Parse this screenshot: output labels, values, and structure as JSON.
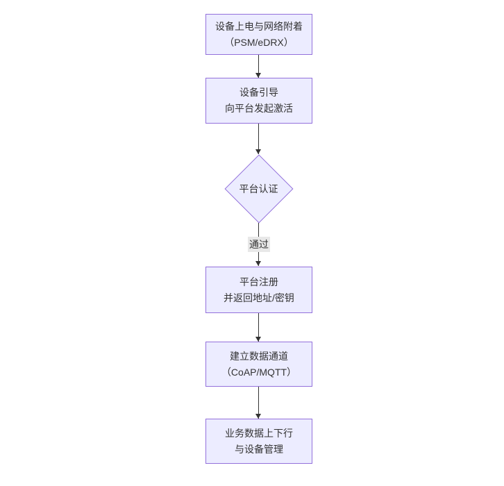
{
  "colors": {
    "background": "#ffffff",
    "node_fill": "#ececff",
    "node_border": "#9370db",
    "edge_line": "#333333",
    "arrowhead": "#333333",
    "edge_label_bg": "#e8e8e8",
    "text": "#333333"
  },
  "flowchart": {
    "direction": "top-to-bottom",
    "nodes": [
      {
        "id": "device-power-attach",
        "type": "rect",
        "lines": [
          "设备上电与网络附着",
          "（PSM/eDRX）"
        ]
      },
      {
        "id": "device-bootstrap",
        "type": "rect",
        "lines": [
          "设备引导",
          "向平台发起激活"
        ]
      },
      {
        "id": "platform-auth",
        "type": "diamond",
        "lines": [
          "平台认证"
        ]
      },
      {
        "id": "platform-register",
        "type": "rect",
        "lines": [
          "平台注册",
          "并返回地址/密钥"
        ]
      },
      {
        "id": "data-channel",
        "type": "rect",
        "lines": [
          "建立数据通道",
          "（CoAP/MQTT）"
        ]
      },
      {
        "id": "business-data",
        "type": "rect",
        "lines": [
          "业务数据上下行",
          "与设备管理"
        ]
      }
    ],
    "edges": [
      {
        "from": "device-power-attach",
        "to": "device-bootstrap",
        "label": ""
      },
      {
        "from": "device-bootstrap",
        "to": "platform-auth",
        "label": ""
      },
      {
        "from": "platform-auth",
        "to": "platform-register",
        "label": "通过"
      },
      {
        "from": "platform-register",
        "to": "data-channel",
        "label": ""
      },
      {
        "from": "data-channel",
        "to": "business-data",
        "label": ""
      }
    ]
  }
}
